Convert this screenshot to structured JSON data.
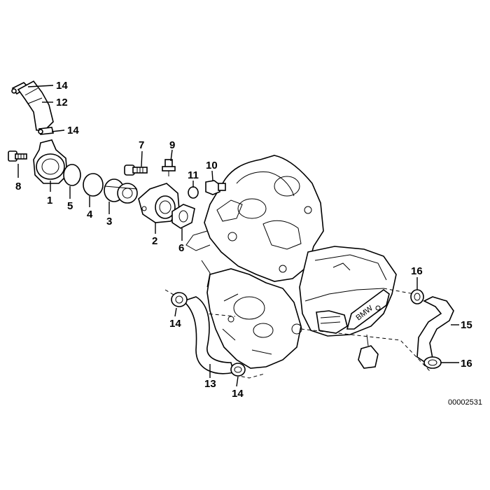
{
  "diagram": {
    "reference_number": "00002531",
    "callouts": [
      {
        "id": "14a",
        "text": "14"
      },
      {
        "id": "12",
        "text": "12"
      },
      {
        "id": "14b",
        "text": "14"
      },
      {
        "id": "7",
        "text": "7"
      },
      {
        "id": "9",
        "text": "9"
      },
      {
        "id": "10",
        "text": "10"
      },
      {
        "id": "11",
        "text": "11"
      },
      {
        "id": "8",
        "text": "8"
      },
      {
        "id": "1",
        "text": "1"
      },
      {
        "id": "5",
        "text": "5"
      },
      {
        "id": "4",
        "text": "4"
      },
      {
        "id": "3",
        "text": "3"
      },
      {
        "id": "2",
        "text": "2"
      },
      {
        "id": "6",
        "text": "6"
      },
      {
        "id": "16a",
        "text": "16"
      },
      {
        "id": "15",
        "text": "15"
      },
      {
        "id": "16b",
        "text": "16"
      },
      {
        "id": "14c",
        "text": "14"
      },
      {
        "id": "13",
        "text": "13"
      },
      {
        "id": "14d",
        "text": "14"
      }
    ],
    "engine_badge": "BMW"
  }
}
